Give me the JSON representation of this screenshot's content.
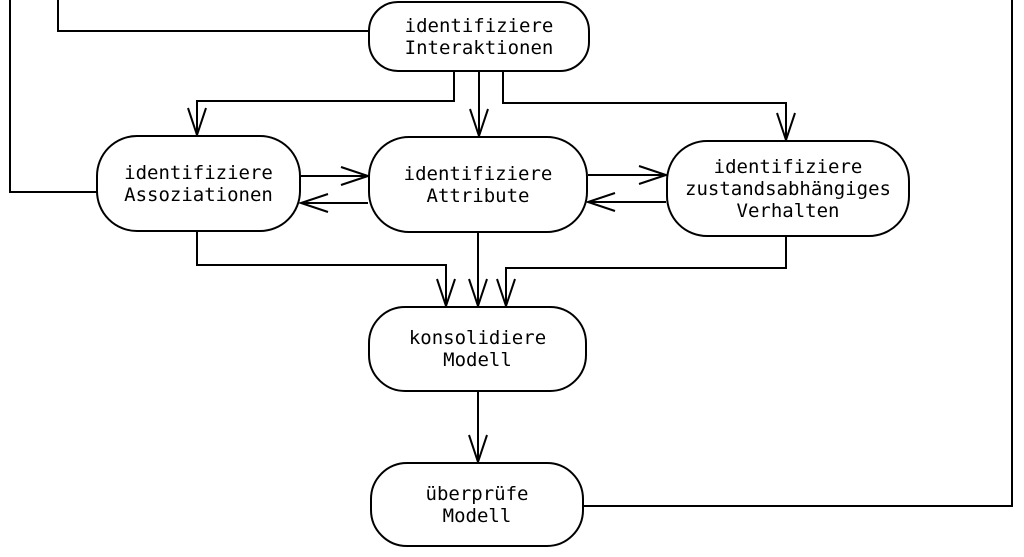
{
  "diagram": {
    "language": "de",
    "colors": {
      "background": "#ffffff",
      "node_fill": "#ffffff",
      "stroke": "#000000",
      "text": "#000000"
    },
    "nodes": {
      "interaktionen": {
        "label": "identifiziere\nInteraktionen"
      },
      "assoziationen": {
        "label": "identifiziere\nAssoziationen"
      },
      "attribute": {
        "label": "identifiziere\nAttribute"
      },
      "verhalten": {
        "label": "identifiziere\nzustandsabhängiges\nVerhalten"
      },
      "konsolidiere": {
        "label": "konsolidiere\nModell"
      },
      "ueberpruefe": {
        "label": "überprüfe\nModell"
      }
    },
    "edges": [
      {
        "from": "offscreen-top",
        "to": "assoziationen",
        "arrowhead": false,
        "route": "down left margin into left side"
      },
      {
        "from": "offscreen-top",
        "to": "interaktionen",
        "arrowhead": false,
        "route": "down then right into left side"
      },
      {
        "from": "interaktionen",
        "to": "assoziationen",
        "arrowhead": true,
        "route": "down, left, down into top"
      },
      {
        "from": "interaktionen",
        "to": "attribute",
        "arrowhead": true,
        "route": "straight down into top"
      },
      {
        "from": "interaktionen",
        "to": "verhalten",
        "arrowhead": true,
        "route": "down, right, down into top"
      },
      {
        "from": "assoziationen",
        "to": "attribute",
        "arrowhead": true,
        "route": "horizontal right (upper)"
      },
      {
        "from": "attribute",
        "to": "assoziationen",
        "arrowhead": true,
        "route": "horizontal left (lower)"
      },
      {
        "from": "attribute",
        "to": "verhalten",
        "arrowhead": true,
        "route": "horizontal right (upper)"
      },
      {
        "from": "verhalten",
        "to": "attribute",
        "arrowhead": true,
        "route": "horizontal left (lower)"
      },
      {
        "from": "assoziationen",
        "to": "konsolidiere",
        "arrowhead": true,
        "route": "down, right, down into top"
      },
      {
        "from": "attribute",
        "to": "konsolidiere",
        "arrowhead": true,
        "route": "straight down into top"
      },
      {
        "from": "verhalten",
        "to": "konsolidiere",
        "arrowhead": true,
        "route": "down, left, down into top"
      },
      {
        "from": "konsolidiere",
        "to": "ueberpruefe",
        "arrowhead": true,
        "route": "straight down into top"
      },
      {
        "from": "ueberpruefe",
        "to": "offscreen-top",
        "arrowhead": false,
        "route": "right side, then up right margin"
      }
    ]
  }
}
